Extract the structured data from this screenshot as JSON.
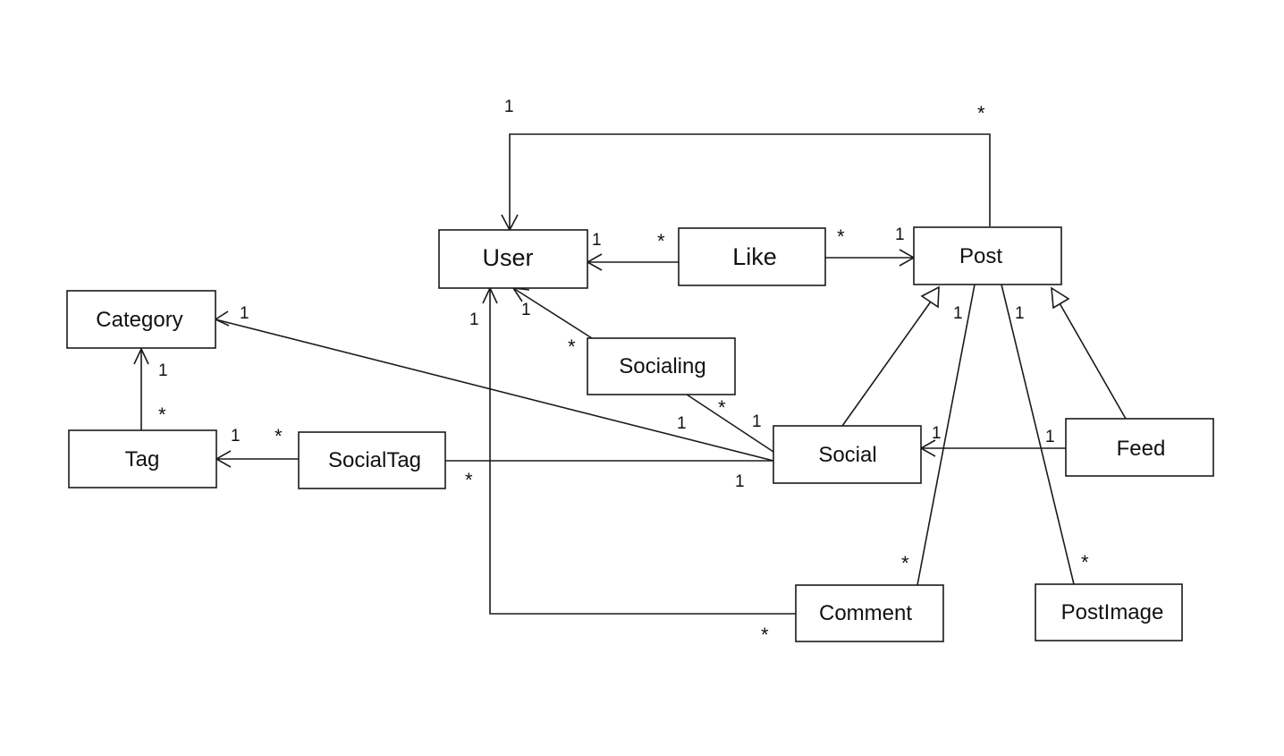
{
  "classes": {
    "user": "User",
    "like": "Like",
    "post": "Post",
    "category": "Category",
    "socialing": "Socialing",
    "tag": "Tag",
    "socialtag": "SocialTag",
    "social": "Social",
    "feed": "Feed",
    "comment": "Comment",
    "postimage": "PostImage"
  },
  "multiplicities": {
    "post_user_user_end": "1",
    "post_user_post_end": "*",
    "like_user_user_end": "1",
    "like_user_like_end": "*",
    "like_post_like_end": "*",
    "like_post_post_end": "1",
    "socialing_user_user_end": "1",
    "socialing_user_socialing_end": "*",
    "socialing_social_socialing_end": "*",
    "socialing_social_social_end": "1",
    "social_category_category_end": "1",
    "social_category_social_end": "1",
    "tag_category_category_end": "1",
    "tag_category_tag_end": "*",
    "socialtag_tag_tag_end": "1",
    "socialtag_tag_socialtag_end": "*",
    "socialtag_social_social_end": "1",
    "comment_user_user_end": "1",
    "comment_user_comment_end": "*",
    "comment_user_mid": "*",
    "post_comment_post_end": "1",
    "post_comment_comment_end": "*",
    "post_postimage_post_end": "1",
    "post_postimage_postimage_end": "*",
    "feed_social_social_end": "1",
    "feed_social_feed_end": "1"
  },
  "colors": {
    "line": "#1a1a1a",
    "text": "#111111",
    "background": "#ffffff"
  }
}
